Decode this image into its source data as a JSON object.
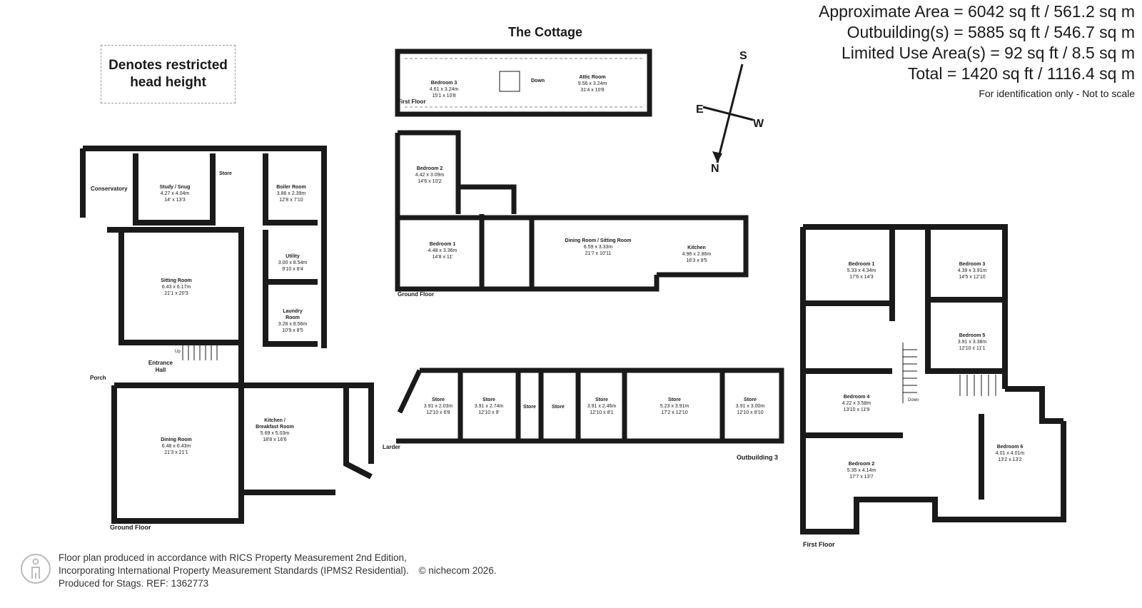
{
  "areas": {
    "approximate": "Approximate Area = 6042 sq ft / 561.2 sq m",
    "outbuildings": "Outbuilding(s) = 5885 sq ft / 546.7 sq m",
    "limited_use": "Limited Use Area(s) = 92 sq ft / 8.5 sq m",
    "total": "Total = 1420 sq ft / 1116.4 sq m",
    "note": "For identification only - Not to scale"
  },
  "legend": {
    "line1": "Denotes restricted",
    "line2": "head height"
  },
  "cottage": {
    "title": "The Cottage",
    "first_floor_label": "First Floor",
    "ground_floor_label": "Ground Floor",
    "rooms": {
      "bedroom3": {
        "name": "Bedroom 3",
        "metric": "4.61 x 3.24m",
        "imperial": "15'1 x 10'8"
      },
      "attic": {
        "name": "Attic Room",
        "metric": "9.56 x 3.24m",
        "imperial": "31'4 x 10'8"
      },
      "down": "Down",
      "bedroom2": {
        "name": "Bedroom 2",
        "metric": "4.42 x 3.09m",
        "imperial": "14'6 x 10'2"
      },
      "bedroom1": {
        "name": "Bedroom 1",
        "metric": "4.48 x 3.36m",
        "imperial": "14'8 x 11'"
      },
      "dining": {
        "name": "Dining Room / Sitting Room",
        "metric": "6.59 x 3.33m",
        "imperial": "21'7 x 10'11"
      },
      "kitchen": {
        "name": "Kitchen",
        "metric": "4.96 x 2.86m",
        "imperial": "16'3 x 9'5"
      }
    }
  },
  "main_ground": {
    "label": "Ground Floor",
    "rooms": {
      "conservatory": {
        "name": "Conservatory"
      },
      "study": {
        "name": "Study / Snug",
        "metric": "4.27 x 4.04m",
        "imperial": "14' x 13'3"
      },
      "store": {
        "name": "Store"
      },
      "boiler": {
        "name": "Boiler Room",
        "metric": "3.86 x 2.39m",
        "imperial": "12'8 x 7'10"
      },
      "sitting": {
        "name": "Sitting Room",
        "metric": "6.43 x 6.17m",
        "imperial": "21'1 x 20'3"
      },
      "utility": {
        "name": "Utility",
        "metric": "3.00 x 8.54m",
        "imperial": "9'10 x 8'4"
      },
      "laundry": {
        "name1": "Laundry",
        "name2": "Room",
        "metric": "3.28 x 8.56m",
        "imperial": "10'9 x 8'5"
      },
      "entrance": {
        "name1": "Entrance",
        "name2": "Hall"
      },
      "porch": {
        "name": "Porch"
      },
      "dining": {
        "name": "Dining Room",
        "metric": "6.48 x 6.43m",
        "imperial": "21'3 x 21'1"
      },
      "kitchen": {
        "name1": "Kitchen /",
        "name2": "Breakfast Room",
        "metric": "5.69 x 5.03m",
        "imperial": "18'8 x 16'6"
      },
      "larder": {
        "name": "Larder"
      },
      "up": "Up"
    }
  },
  "outbuilding": {
    "label": "Outbuilding 3",
    "stores": [
      {
        "name": "Store",
        "metric": "3.91 x 2.03m",
        "imperial": "12'10 x 6'8"
      },
      {
        "name": "Store",
        "metric": "3.91 x 2.74m",
        "imperial": "12'10 x 9'"
      },
      {
        "name": "Store",
        "metric": "",
        "imperial": ""
      },
      {
        "name": "Store",
        "metric": "",
        "imperial": ""
      },
      {
        "name": "Store",
        "metric": "3.91 x 2.46m",
        "imperial": "12'10 x 8'1"
      },
      {
        "name": "Store",
        "metric": "5.23 x 3.91m",
        "imperial": "17'2 x 12'10"
      },
      {
        "name": "Store",
        "metric": "3.91 x 3.00m",
        "imperial": "12'10 x 9'10"
      }
    ]
  },
  "first_floor": {
    "label": "First Floor",
    "rooms": {
      "bedroom1": {
        "name": "Bedroom 1",
        "metric": "5.33 x 4.34m",
        "imperial": "17'6 x 14'3"
      },
      "bedroom3": {
        "name": "Bedroom 3",
        "metric": "4.39 x 3.91m",
        "imperial": "14'5 x 12'10"
      },
      "bedroom5": {
        "name": "Bedroom 5",
        "metric": "3.91 x 3.38m",
        "imperial": "12'10 x 11'1"
      },
      "bedroom4": {
        "name": "Bedroom 4",
        "metric": "4.22 x 3.58m",
        "imperial": "13'10 x 11'9"
      },
      "bedroom2": {
        "name": "Bedroom 2",
        "metric": "5.35 x 4.14m",
        "imperial": "17'7 x 13'7"
      },
      "bedroom6": {
        "name": "Bedroom 6",
        "metric": "4.01 x 4.01m",
        "imperial": "13'2 x 13'2"
      },
      "down": "Down"
    }
  },
  "compass": {
    "n": "N",
    "s": "S",
    "e": "E",
    "w": "W"
  },
  "footer": {
    "line1": "Floor plan produced in accordance with RICS Property Measurement 2nd Edition,",
    "line2": "Incorporating International Property Measurement Standards (IPMS2 Residential).",
    "copyright": "© nichecom 2026.",
    "line3": "Produced for Stags.   REF: 1362773"
  },
  "colors": {
    "wall": "#1a1a1a",
    "text": "#1a1a1a"
  }
}
